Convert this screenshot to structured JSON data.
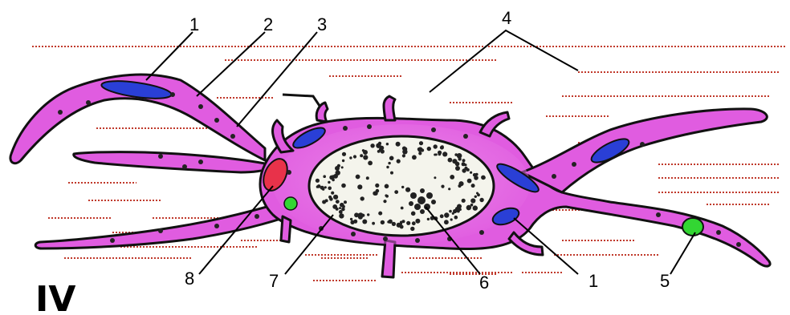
{
  "figure": {
    "panel_label": "IV",
    "labels": [
      {
        "id": "l1a",
        "text": "1"
      },
      {
        "id": "l2",
        "text": "2"
      },
      {
        "id": "l3",
        "text": "3"
      },
      {
        "id": "l4",
        "text": "4"
      },
      {
        "id": "l1b",
        "text": "1"
      },
      {
        "id": "l5",
        "text": "5"
      },
      {
        "id": "l6",
        "text": "6"
      },
      {
        "id": "l7",
        "text": "7"
      },
      {
        "id": "l8",
        "text": "8"
      }
    ],
    "colors": {
      "cytoplasm": "#e05ce0",
      "cytoplasm_highlight": "#f3a6f0",
      "outline": "#111111",
      "mitochondria": "#2a3fd6",
      "red_inclusion": "#e8324a",
      "green_inclusion": "#33d633",
      "nucleus_fill": "#f4f4ec",
      "chromatin": "#222222",
      "background_hatch": "#c0392b"
    }
  }
}
